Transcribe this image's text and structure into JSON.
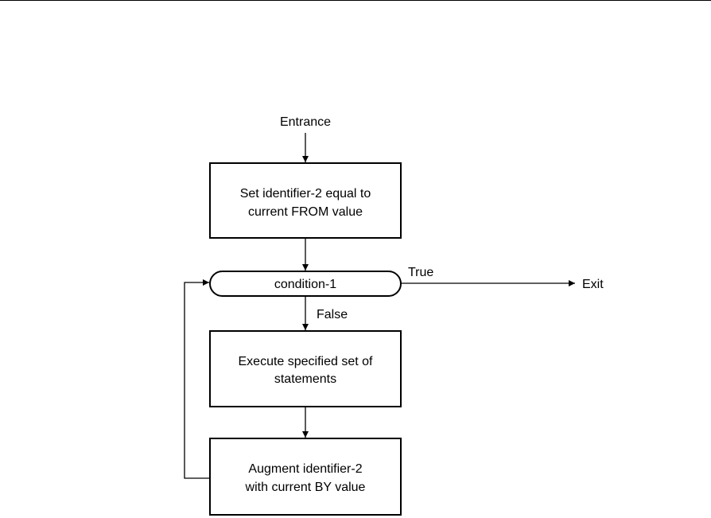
{
  "diagram": {
    "entrance_label": "Entrance",
    "set_box": {
      "line1": "Set identifier-2 equal to",
      "line2": "current FROM value"
    },
    "condition_label": "condition-1",
    "true_label": "True",
    "exit_label": "Exit",
    "false_label": "False",
    "execute_box": {
      "line1": "Execute specified set of",
      "line2": "statements"
    },
    "augment_box": {
      "line1": "Augment identifier-2",
      "line2": "with current BY value"
    }
  }
}
